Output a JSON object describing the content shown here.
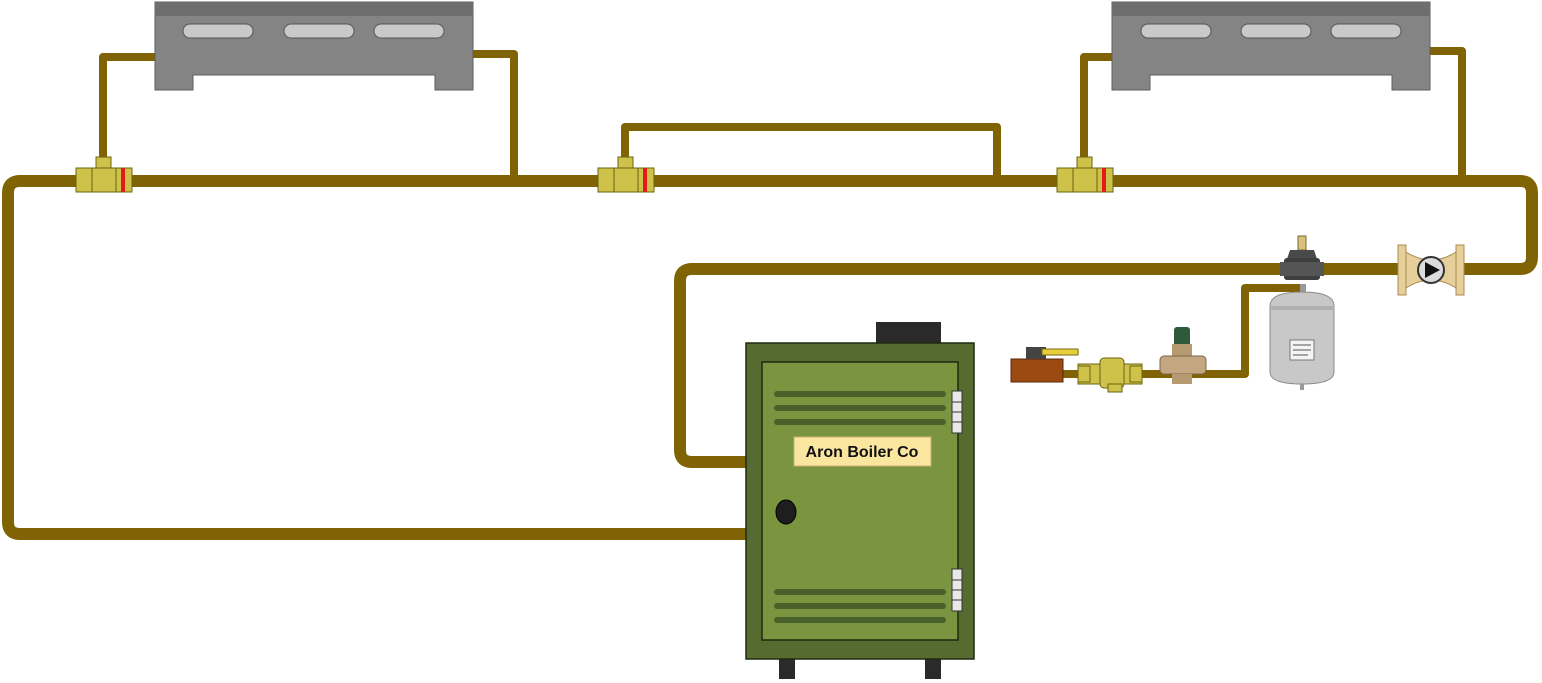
{
  "boiler": {
    "label": "Aron Boiler Co"
  },
  "colors": {
    "pipe": "#806305",
    "radiator": "#848484",
    "boiler_body": "#556b2f",
    "boiler_door": "#7b9440",
    "label_bg": "#fbe6a0",
    "brass": "#cfc24a",
    "valve_marker": "#e31b1b"
  },
  "components": [
    "radiator-left",
    "radiator-right",
    "monoflo-tee-1",
    "monoflo-tee-2",
    "monoflo-tee-3",
    "circulator-pump",
    "expansion-tank",
    "air-separator",
    "pressure-reducing-valve",
    "backflow-preventer",
    "ball-valve",
    "boiler"
  ]
}
